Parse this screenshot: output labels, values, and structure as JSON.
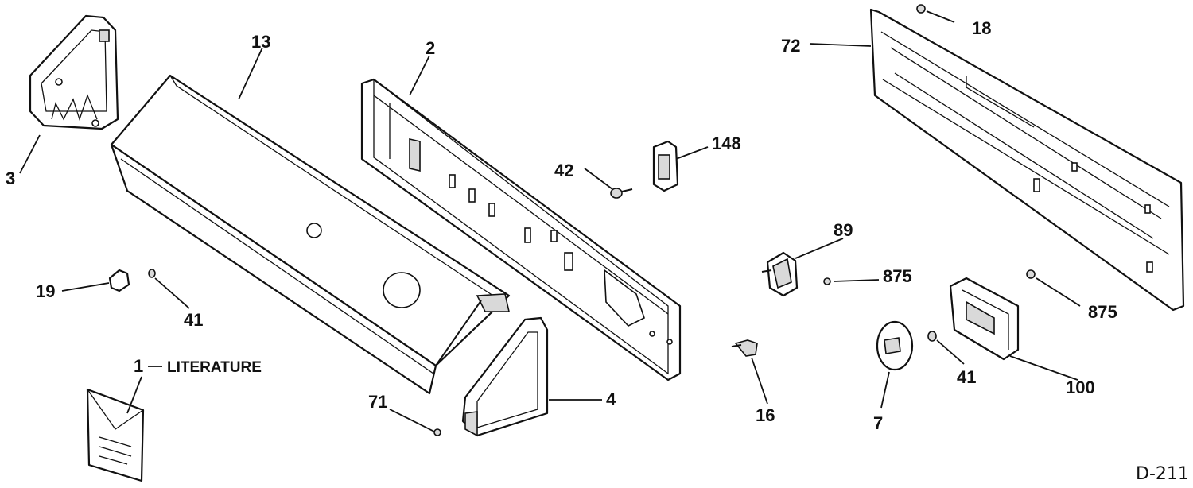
{
  "diagram": {
    "drawing_code": "D-211",
    "labels": {
      "p1": "1",
      "p1_text": "LITERATURE",
      "p2": "2",
      "p3": "3",
      "p4": "4",
      "p7": "7",
      "p13": "13",
      "p16": "16",
      "p18": "18",
      "p19": "19",
      "p41a": "41",
      "p41b": "41",
      "p42": "42",
      "p71": "71",
      "p72": "72",
      "p89": "89",
      "p100": "100",
      "p148": "148",
      "p875a": "875",
      "p875b": "875"
    }
  }
}
